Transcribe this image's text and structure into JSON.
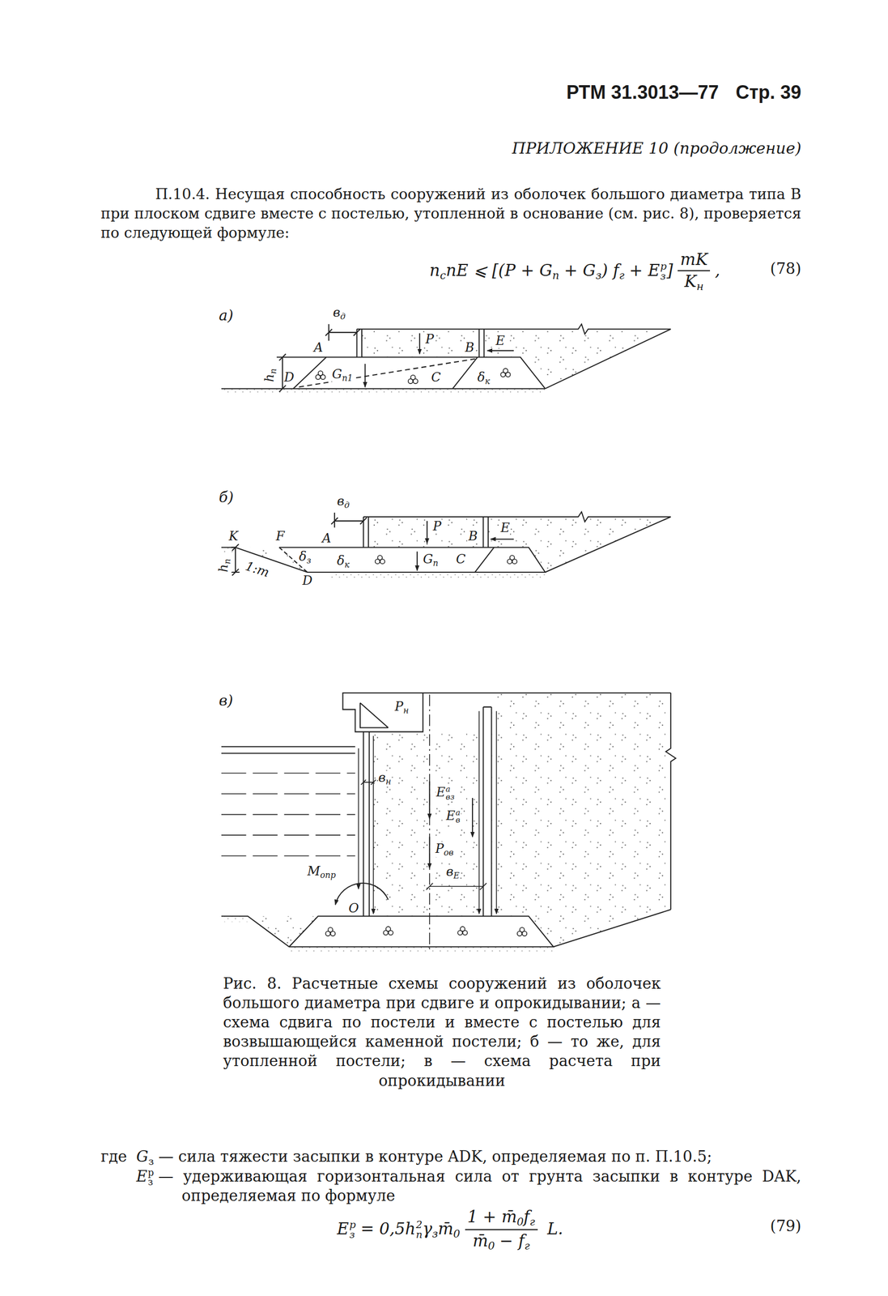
{
  "diagram": {
    "caption": "Рис. 8. Расчетные схемы сооружений из оболочек большого диаметра при сдвиге и опрокидывании; а — схема сдвига по постели и вместе с постелью для возвышающейся каменной постели; б — то же, для утопленной постели; в — схема расчета при опрокидывании",
    "labels": [
      "РТМ 31.3013—77",
      "Стр. 39",
      "ПРИЛОЖЕНИЕ 10 (продолжение)",
      "П.10.4. Несущая способность сооружений из оболочек большого диаметра типа В при плоском сдвиге вместе с постелью, утопленной в основание (см. рис. 8), проверяется по следующей формуле:",
      "n",
      "с",
      "nE ⩽ [(P + G",
      "п",
      "+ G",
      "з",
      ") f",
      "г",
      "+ E",
      "з",
      "p",
      "]",
      "mK",
      "K",
      "н",
      ",",
      "(78)",
      "а)",
      "в",
      "д",
      "A",
      "P",
      "B",
      "E",
      "h",
      "п",
      "D",
      "G",
      "п1",
      "C",
      "δ",
      "к",
      "б)",
      "K",
      "F",
      "в",
      "д",
      "A",
      "P",
      "B",
      "E",
      "1:m",
      "δ",
      "з",
      "h",
      "п",
      "D",
      "δ",
      "к",
      "G",
      "п",
      "C",
      "в)",
      "P",
      "н",
      "в",
      "н",
      "E",
      "a",
      "вз",
      "E",
      "a",
      "в",
      "P",
      "ов",
      "M",
      "опр",
      "O",
      "в",
      "Е",
      "где",
      "G",
      "з",
      "— сила тяжести засыпки в контуре ADK, определяемая по п. П.10.5;",
      "E",
      "з",
      "p",
      "— удерживающая горизонтальная сила от грунта засыпки в контуре DAK, определяемая по формуле",
      "E",
      "з",
      "p",
      "= 0,5h",
      "п",
      "2",
      "γ",
      "з",
      "m̄",
      "0",
      "1 + m̄",
      "0",
      "f",
      "г",
      "m̄",
      "0",
      "− f",
      "г",
      "L.",
      "(79)"
    ]
  }
}
